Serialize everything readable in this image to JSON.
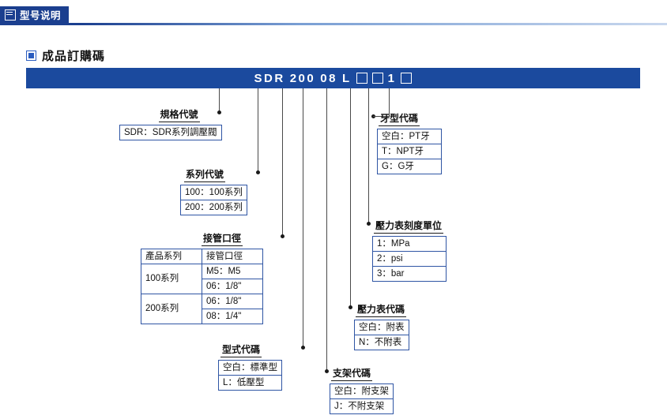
{
  "header": {
    "tab_label": "型号说明",
    "icon": "book-icon"
  },
  "section": {
    "bullet_icon": "square-bullet-icon",
    "title": "成品訂購碼"
  },
  "order_code": {
    "parts": [
      "SDR",
      "200",
      "08",
      "L"
    ],
    "empty_boxes_1": 2,
    "digit": "1",
    "empty_boxes_2": 1,
    "full_text": "SDR 200 08 L □ □ 1 □"
  },
  "groups": {
    "spec": {
      "title": "規格代號",
      "rows": [
        [
          "SDR：SDR系列調壓閥"
        ]
      ]
    },
    "series": {
      "title": "系列代號",
      "rows": [
        [
          "100：100系列"
        ],
        [
          "200：200系列"
        ]
      ]
    },
    "port": {
      "title": "接管口徑",
      "head": [
        "產品系列",
        "接管口徑"
      ],
      "rows": [
        [
          "100系列",
          "M5：M5"
        ],
        [
          "",
          "06：1/8\""
        ],
        [
          "200系列",
          "06：1/8\""
        ],
        [
          "",
          "08：1/4\""
        ]
      ]
    },
    "type": {
      "title": "型式代碼",
      "rows": [
        [
          "空白：標準型"
        ],
        [
          "L：低壓型"
        ]
      ]
    },
    "bracket": {
      "title": "支架代碼",
      "rows": [
        [
          "空白：附支架"
        ],
        [
          "J：不附支架"
        ]
      ]
    },
    "gauge": {
      "title": "壓力表代碼",
      "rows": [
        [
          "空白：附表"
        ],
        [
          "N：不附表"
        ]
      ]
    },
    "unit": {
      "title": "壓力表刻度單位",
      "rows": [
        [
          "1：MPa"
        ],
        [
          "2：psi"
        ],
        [
          "3：bar"
        ]
      ]
    },
    "thread": {
      "title": "牙型代碼",
      "rows": [
        [
          "空白：PT牙"
        ],
        [
          "T：NPT牙"
        ],
        [
          "G：G牙"
        ]
      ]
    }
  },
  "colors": {
    "header_blue": "#1b3f8f",
    "bar_blue": "#1b4a9e",
    "table_border_blue": "#2f55a4",
    "bullet_blue": "#2a5cbf"
  }
}
